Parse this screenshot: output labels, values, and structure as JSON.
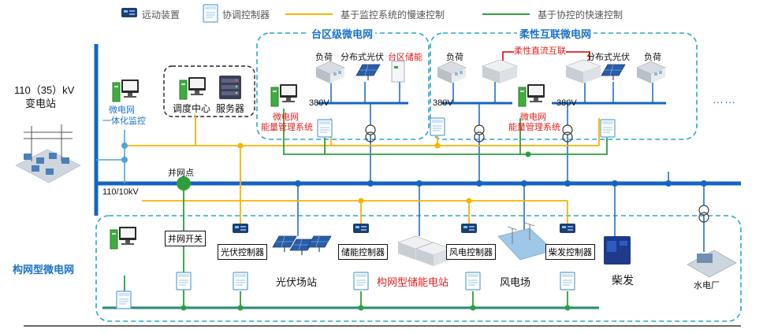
{
  "legend": {
    "rtu": "远动装置",
    "coordinator": "协调控制器",
    "slow_control": "基于监控系统的慢速控制",
    "fast_control": "基于协控的快速控制"
  },
  "colors": {
    "bus": "#1565c0",
    "slow_line": "#f5b400",
    "fast_line": "#2e9e3c",
    "dashed_box": "#2aa7c9",
    "accent_red": "#e02020",
    "accent_blue": "#1a73c7"
  },
  "substation": {
    "voltage": "110（35）kV",
    "name": "变电站"
  },
  "bus_label": "110/10kV",
  "grid_point": "并网点",
  "monitor": {
    "line1": "微电网",
    "line2": "一体化监控"
  },
  "dispatch": {
    "center": "调度中心",
    "server": "服务器"
  },
  "area_micro": {
    "title": "台区级微电网",
    "load": "负荷",
    "pv": "分布式光伏",
    "storage": "台区储能",
    "voltage": "380V",
    "ems_line1": "微电网",
    "ems_line2": "能量管理系统"
  },
  "flex_micro": {
    "title": "柔性互联微电网",
    "load_left": "负荷",
    "dc_link": "柔性直流互联",
    "pv": "分布式光伏",
    "load_right": "负荷",
    "voltage_left": "380V",
    "voltage_right": "380V",
    "ems_line1": "微电网",
    "ems_line2": "能量管理系统"
  },
  "ellipsis": "……",
  "grid_forming": {
    "title": "构网型微电网",
    "switch": "并网开关",
    "pv_ctrl": "光伏控制器",
    "pv_station": "光伏场站",
    "storage_ctrl": "储能控制器",
    "storage_station": "构网型储能电站",
    "wind_ctrl": "风电控制器",
    "wind_farm": "风电场",
    "diesel_ctrl": "柴发控制器",
    "diesel": "柴发",
    "hydro": "水电厂"
  }
}
